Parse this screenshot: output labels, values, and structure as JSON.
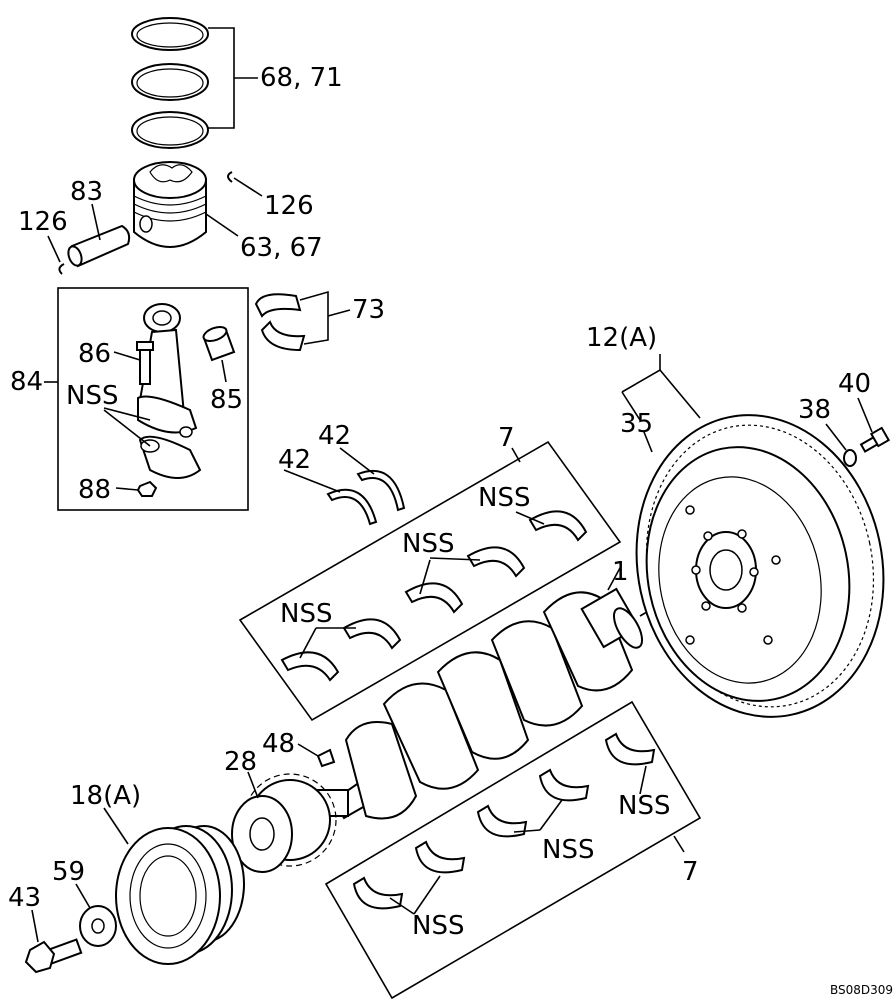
{
  "labels": {
    "rings": "68, 71",
    "clip_right": "126",
    "piston": "63, 67",
    "pin": "83",
    "clip_left": "126",
    "conrod_bearing": "73",
    "conrod_assy": "84",
    "bolt": "86",
    "bushing": "85",
    "nss_rod": "NSS",
    "nut": "88",
    "thrust_a": "42",
    "thrust_b": "42",
    "main_upper_set": "7",
    "nss_u1": "NSS",
    "nss_u2": "NSS",
    "nss_u3": "NSS",
    "crankshaft": "1",
    "flywheel_assy": "12(A)",
    "ring_gear": "35",
    "washer": "38",
    "flywheel_bolt": "40",
    "key": "48",
    "gear": "28",
    "pulley": "18(A)",
    "pulley_washer": "59",
    "pulley_bolt": "43",
    "main_lower_set": "7",
    "nss_l1": "NSS",
    "nss_l2": "NSS",
    "nss_l3": "NSS"
  },
  "drawing_code": "BS08D309"
}
